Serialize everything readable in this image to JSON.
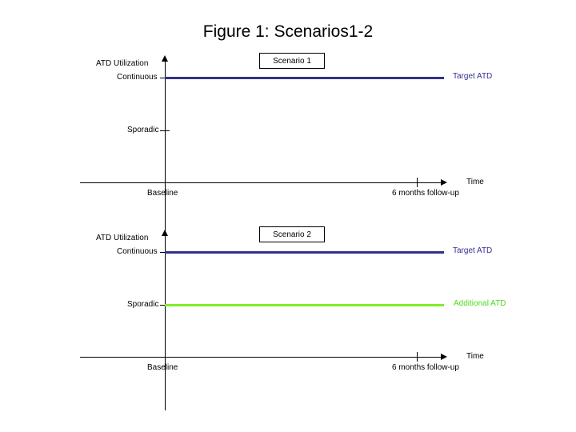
{
  "figure": {
    "title": "Figure 1: Scenarios1-2"
  },
  "colors": {
    "target_atd": "#33308c",
    "additional_atd": "#7fee2a",
    "axis": "#000000",
    "background": "#ffffff"
  },
  "chart_data": [
    {
      "type": "line",
      "title": "Scenario 1",
      "xlabel": "Time",
      "ylabel": "ATD Utilization",
      "ytick_labels": [
        "Continuous",
        "Sporadic"
      ],
      "xtick_labels": [
        "Baseline",
        "6 months follow-up"
      ],
      "grid": false,
      "legend_position": "right-inline",
      "x": [
        "Baseline",
        "6 months follow-up"
      ],
      "series": [
        {
          "name": "Target ATD",
          "values": [
            "Continuous",
            "Continuous"
          ],
          "color": "#33308c"
        }
      ]
    },
    {
      "type": "line",
      "title": "Scenario 2",
      "xlabel": "Time",
      "ylabel": "ATD Utilization",
      "ytick_labels": [
        "Continuous",
        "Sporadic"
      ],
      "xtick_labels": [
        "Baseline",
        "6 months follow-up"
      ],
      "grid": false,
      "legend_position": "right-inline",
      "x": [
        "Baseline",
        "6 months follow-up"
      ],
      "series": [
        {
          "name": "Target ATD",
          "values": [
            "Continuous",
            "Continuous"
          ],
          "color": "#33308c"
        },
        {
          "name": "Additional ATD",
          "values": [
            "Sporadic",
            "Sporadic"
          ],
          "color": "#7fee2a"
        }
      ]
    }
  ]
}
